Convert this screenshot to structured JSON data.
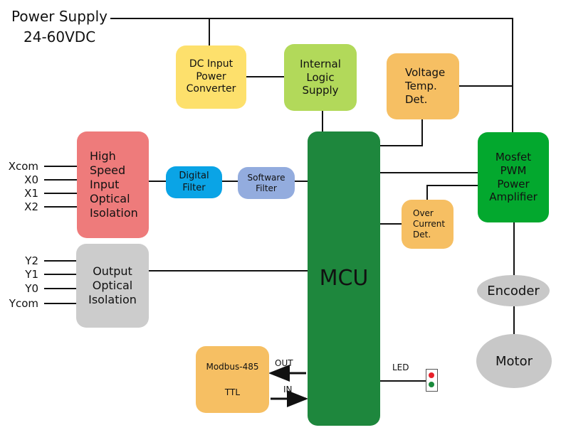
{
  "power_supply": {
    "title": "Power Supply",
    "voltage": "24-60VDC"
  },
  "blocks": {
    "dc_converter": {
      "label": "DC Input\nPower\nConverter",
      "color": "#fde06c"
    },
    "logic_supply": {
      "label": "Internal\nLogic\nSupply",
      "color": "#b2d95a"
    },
    "voltage_det": {
      "label": "Voltage\nTemp.\nDet.",
      "color": "#f6bf63"
    },
    "high_speed_input": {
      "label": "High\nSpeed\nInput\nOptical\nIsolation",
      "color": "#ee7b7b"
    },
    "digital_filter": {
      "label": "Digital\nFilter",
      "color": "#0aa4e6"
    },
    "software_filter": {
      "label": "Software\nFilter",
      "color": "#93acde"
    },
    "mcu": {
      "label": "MCU",
      "color": "#1e873d"
    },
    "mosfet": {
      "label": "Mosfet\nPWM\nPower\nAmplifier",
      "color": "#03a82e"
    },
    "over_current": {
      "label": "Over\nCurrent\nDet.",
      "color": "#f6bf63"
    },
    "output_isolation": {
      "label": "Output\nOptical\nIsolation",
      "color": "#cccccc"
    },
    "modbus": {
      "label_top": "Modbus-485",
      "label_bottom": "TTL",
      "color": "#f6bf63"
    },
    "encoder": {
      "label": "Encoder"
    },
    "motor": {
      "label": "Motor"
    }
  },
  "inputs": [
    "Xcom",
    "X0",
    "X1",
    "X2"
  ],
  "outputs": [
    "Y2",
    "Y1",
    "Y0",
    "Ycom"
  ],
  "signals": {
    "out": "OUT",
    "in": "IN",
    "led": "LED"
  },
  "led_colors": {
    "red": "#e8202a",
    "green": "#1a8a3c"
  }
}
